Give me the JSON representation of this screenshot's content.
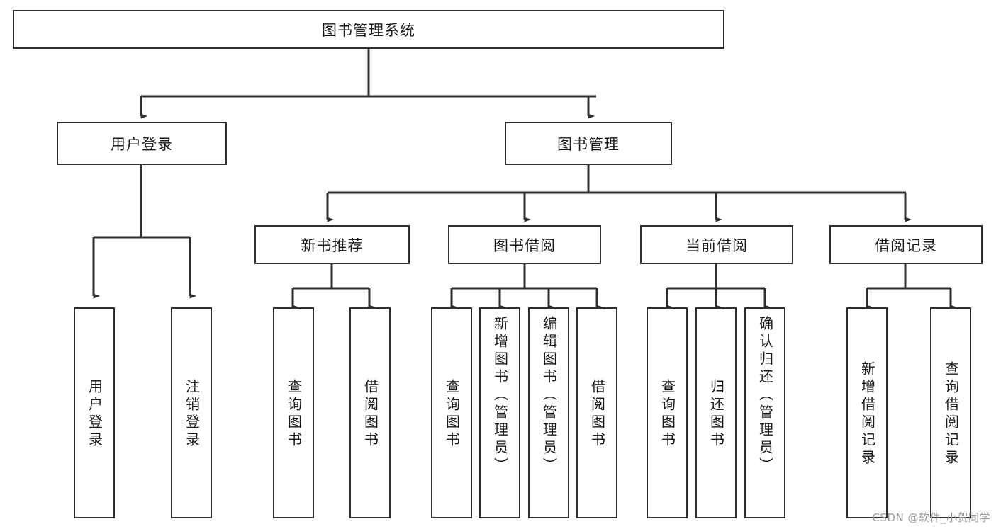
{
  "diagram": {
    "title": "图书管理系统",
    "type": "tree",
    "watermark": "CSDN @软件_小贺同学",
    "colors": {
      "border": "#2f2f2f",
      "fill": "#ffffff",
      "line": "#2f2f2f",
      "text": "#1a1a1a",
      "watermark": "#9a9a9a"
    },
    "root": {
      "label": "图书管理系统"
    },
    "level1": [
      {
        "label": "用户登录"
      },
      {
        "label": "图书管理"
      }
    ],
    "level2": [
      {
        "label": "新书推荐"
      },
      {
        "label": "图书借阅"
      },
      {
        "label": "当前借阅"
      },
      {
        "label": "借阅记录"
      }
    ],
    "leaves": {
      "user_login": [
        {
          "label": "用户登录"
        },
        {
          "label": "注销登录"
        }
      ],
      "new_book_recommend": [
        {
          "label": "查询图书"
        },
        {
          "label": "借阅图书"
        }
      ],
      "book_borrow": [
        {
          "label": "查询图书"
        },
        {
          "label": "新增图书（管理员）"
        },
        {
          "label": "编辑图书（管理员）"
        },
        {
          "label": "借阅图书"
        }
      ],
      "current_borrow": [
        {
          "label": "查询图书"
        },
        {
          "label": "归还图书"
        },
        {
          "label": "确认归还（管理员）"
        }
      ],
      "borrow_record": [
        {
          "label": "新增借阅记录"
        },
        {
          "label": "查询借阅记录"
        }
      ]
    }
  }
}
